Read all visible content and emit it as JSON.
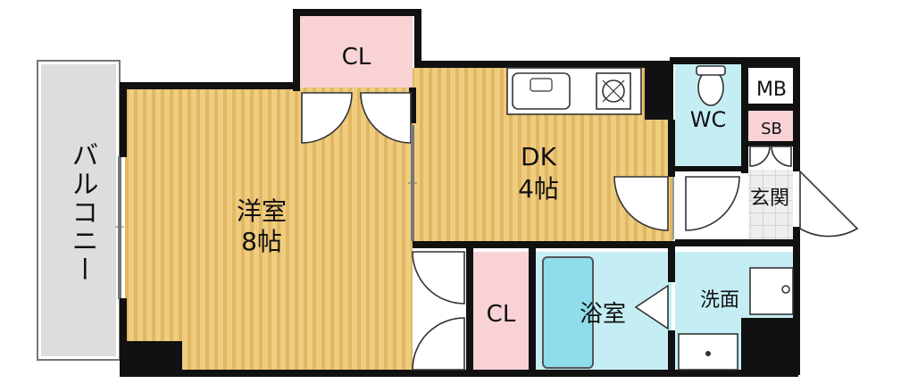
{
  "rooms": {
    "balcony": {
      "label": "バルコニー"
    },
    "western_room": {
      "label": "洋室",
      "size": "8帖"
    },
    "dk": {
      "label": "DK",
      "size": "4帖"
    },
    "closet_top": {
      "label": "CL"
    },
    "closet_bottom": {
      "label": "CL"
    },
    "bathroom": {
      "label": "浴室"
    },
    "washroom": {
      "label": "洗面"
    },
    "toilet": {
      "label": "WC"
    },
    "entrance": {
      "label": "玄関"
    },
    "meter_box": {
      "label": "MB"
    },
    "shoe_box": {
      "label": "SB"
    }
  },
  "colors": {
    "wood_floor": "#efcd80",
    "wood_stripe": "#e2b763",
    "wet_area": "#c5eef4",
    "closet": "#f9d2d6",
    "balcony": "#dddddd",
    "wall": "#111111",
    "tub": "#8fdceb",
    "entrance_tile": "#eeeeee"
  }
}
